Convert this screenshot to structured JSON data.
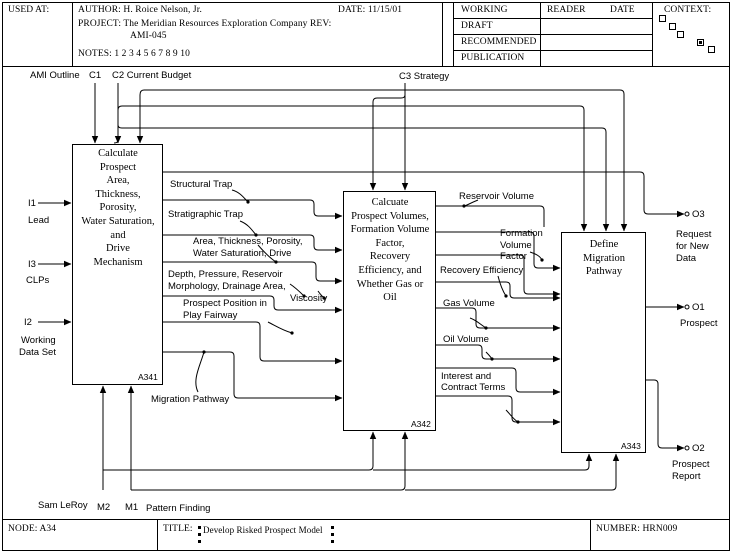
{
  "header": {
    "used_at_label": "USED AT:",
    "author": "AUTHOR:  H. Roice Nelson, Jr.",
    "date": "DATE:  11/15/01",
    "project": "PROJECT: The Meridian Resources Exploration Company REV:",
    "project_code": "AMI-045",
    "notes": "NOTES:  1   2   3   4   5   6   7   8   9   10",
    "status": [
      "WORKING",
      "DRAFT",
      "RECOMMENDED",
      "PUBLICATION"
    ],
    "reader_label": "READER",
    "date_label": "DATE",
    "context_label": "CONTEXT:"
  },
  "controls": {
    "ami": "AMI Outline",
    "c1": "C1",
    "c2": "C2  Current Budget",
    "c3": "C3  Strategy"
  },
  "inputs": {
    "i1": "I1",
    "i1_name": "Lead",
    "i3": "I3",
    "i3_name": "CLPs",
    "i2": "I2",
    "i2_name_1": "Working",
    "i2_name_2": "Data Set"
  },
  "mechanisms": {
    "sam": "Sam LeRoy",
    "m2": "M2",
    "m1": "M1",
    "m1_name": "Pattern Finding"
  },
  "outputs": {
    "o3": "O3",
    "o3_name": [
      "Request",
      "for New",
      "Data"
    ],
    "o1": "O1",
    "o1_name": "Prospect",
    "o2": "O2",
    "o2_name": [
      "Prospect",
      "Report"
    ]
  },
  "boxes": {
    "a341": {
      "title": [
        "Calculate",
        "Prospect",
        "Area,",
        "Thickness,",
        "Porosity,",
        "Water Saturation,",
        "and",
        "Drive",
        "Mechanism"
      ],
      "number": "A341"
    },
    "a342": {
      "title": [
        "Calcuate",
        "Prospect Volumes,",
        "Formation Volume",
        "Factor,",
        "Recovery",
        "Efficiency, and",
        "Whether Gas or",
        "Oil"
      ],
      "number": "A342"
    },
    "a343": {
      "title": [
        "Define",
        "Migration",
        "Pathway"
      ],
      "number": "A343"
    }
  },
  "arrows": {
    "structural_trap": "Structural Trap",
    "stratigraphic_trap": "Stratigraphic Trap",
    "area_1": "Area, Thickness,  Porosity,",
    "area_2": "Water Saturation,  Drive",
    "depth_1": "Depth, Pressure, Reservoir",
    "depth_2": "Morphology, Drainage Area,",
    "viscosity": "Viscosity",
    "position_1": "Prospect Position in",
    "position_2": "Play Fairway",
    "migration_pathway": "Migration Pathway",
    "reservoir_volume": "Reservoir Volume",
    "fvf_1": "Formation",
    "fvf_2": "Volume",
    "fvf_3": "Factor",
    "recovery_efficiency": "Recovery Efficiency",
    "gas_volume": "Gas Volume",
    "oil_volume": "Oil Volume",
    "interest_1": "Interest and",
    "interest_2": "Contract Terms"
  },
  "footer": {
    "node": "NODE:   A34",
    "title_label": "TITLE:",
    "title": "Develop Risked Prospect Model",
    "number": "NUMBER:  HRN009"
  }
}
